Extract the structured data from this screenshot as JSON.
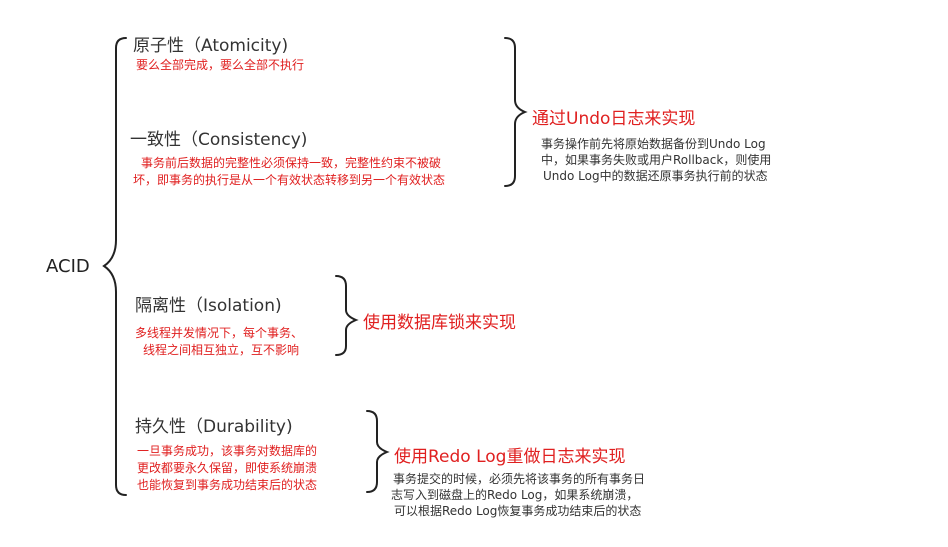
{
  "root": "ACID",
  "atomicity": {
    "title": "原子性（Atomicity)",
    "desc": "要么全部完成，要么全部不执行"
  },
  "consistency": {
    "title": "一致性（Consistency)",
    "desc_line1": "事务前后数据的完整性必须保持一致，完整性约束不被破",
    "desc_line2": "坏，即事务的执行是从一个有效状态转移到另一个有效状态"
  },
  "isolation": {
    "title": "隔离性（Isolation)",
    "desc_line1": "多线程并发情况下，每个事务、",
    "desc_line2": "线程之间相互独立，互不影响",
    "impl": "使用数据库锁来实现"
  },
  "durability": {
    "title": "持久性（Durability)",
    "desc_line1": "一旦事务成功，该事务对数据库的",
    "desc_line2": "更改都要永久保留，即使系统崩溃",
    "desc_line3": "也能恢复到事务成功结束后的状态",
    "impl": "使用Redo Log重做日志来实现",
    "note_line1": "事务提交的时候，必须先将该事务的所有事务日",
    "note_line2": "志写入到磁盘上的Redo Log，如果系统崩溃，",
    "note_line3": "可以根据Redo Log恢复事务成功结束后的状态"
  },
  "undo": {
    "impl": "通过Undo日志来实现",
    "note_line1": "事务操作前先将原始数据备份到Undo Log",
    "note_line2": "中，如果事务失败或用户Rollback，则使用",
    "note_line3": "Undo Log中的数据还原事务执行前的状态"
  },
  "colors": {
    "accent": "#e02020",
    "text": "#333333",
    "line": "#222222"
  }
}
